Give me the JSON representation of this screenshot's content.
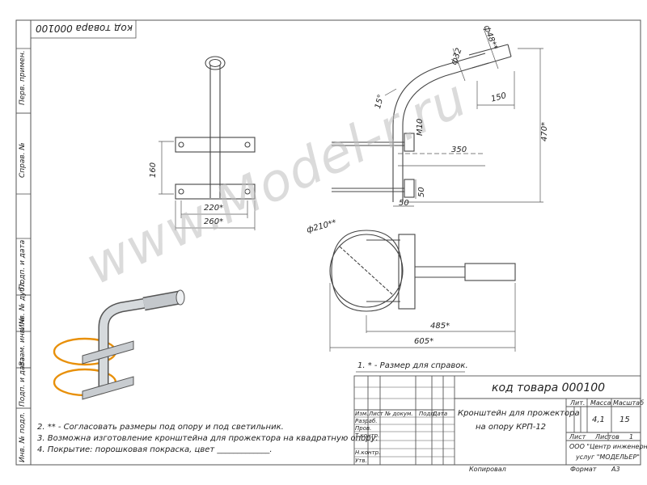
{
  "watermark": "www.Model-r.ru",
  "top_code": "код товара 000100",
  "side_labels": [
    "Перв. примен.",
    "Справ. №",
    "Подп. и дата",
    "Инв. № дубл.",
    "Взам. инв. №",
    "Подп. и дата",
    "Инв. № подл."
  ],
  "dimensions": {
    "d160": "160",
    "d220": "220*",
    "d260": "260*",
    "phi48": "ф48**",
    "phi32": "ф32",
    "d150": "150",
    "d15deg": "15°",
    "m10": "М10",
    "d470": "470*",
    "d350": "350",
    "d50a": "50",
    "d50b": "50",
    "phi210": "ф210**",
    "d485": "485*",
    "d605": "605*"
  },
  "notes": {
    "note1": "1.  * - Размер для справок.",
    "note2": "2.  ** - Согласовать размеры под опору и под светильник.",
    "note3": "3. Возможна изготовление кронштейна для прожектора на квадратную опору.",
    "note4": "4. Покрытие: порошковая покраска, цвет _____________."
  },
  "title_block": {
    "code": "код товара 000100",
    "name_line1": "Кронштейн для прожектора",
    "name_line2": "на опору КРП-12",
    "hdr_lit": "Лит.",
    "hdr_mass": "Масса",
    "hdr_scale": "Масштаб",
    "mass": "4,1",
    "scale": "15",
    "sheet": "Лист",
    "sheets": "Листов",
    "sheets_val": "1",
    "org_line1": "ООО \"Центр инженерных",
    "org_line2": "услуг \"МОДЕЛЬЕР\"",
    "rows": [
      "Изм.",
      "Лист",
      "№ докум.",
      "Подп.",
      "Дата"
    ],
    "roles": [
      "Разраб.",
      "Пров.",
      "Т.контр.",
      "Н.контр.",
      "Утв."
    ],
    "copied": "Копировал",
    "format": "Формат",
    "format_val": "А3"
  },
  "colors": {
    "line": "#444444",
    "dim": "#555555",
    "ring": "#e8900a",
    "metal": "#c8ccd0",
    "watermark": "#bfbfbf"
  }
}
